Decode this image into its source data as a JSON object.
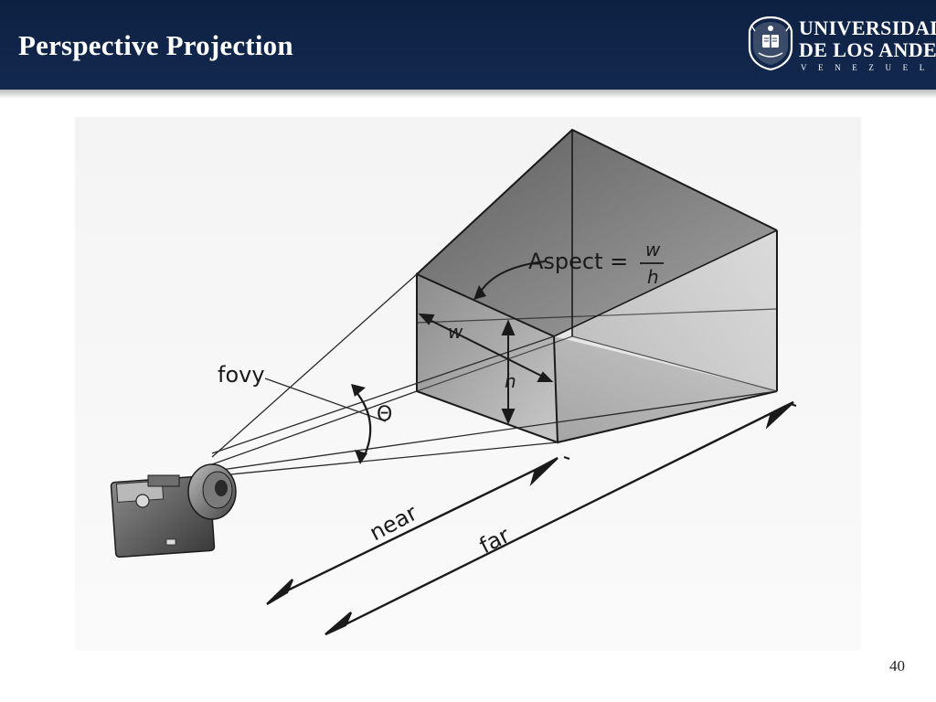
{
  "slide": {
    "title": "Perspective Projection",
    "page_number": "40"
  },
  "logo": {
    "line1": "UNIVERSIDAD",
    "line2": "DE LOS ANDES",
    "line3": "VENEZUELA",
    "icon": "university-seal-icon"
  },
  "diagram": {
    "aspect_label": "Aspect =",
    "aspect_numerator": "w",
    "aspect_denominator": "h",
    "w_label": "w",
    "h_label": "h",
    "fovy_label": "fovy",
    "theta_label": "Θ",
    "near_label": "near",
    "far_label": "far",
    "camera_icon": "camera-icon"
  },
  "colors": {
    "header_bg": "#0d2143",
    "title_text": "#ffffff"
  }
}
